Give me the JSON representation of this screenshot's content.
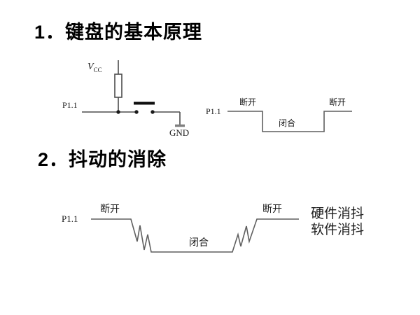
{
  "titles": {
    "section1": "1．键盘的基本原理",
    "section2": "2．抖动的消除"
  },
  "circuit": {
    "vcc_base": "V",
    "vcc_sub": "CC",
    "pin_label": "P1.1",
    "gnd_label": "GND"
  },
  "waveform1": {
    "pin_label": "P1.1",
    "label_open_left": "断开",
    "label_closed": "闭合",
    "label_open_right": "断开"
  },
  "waveform2": {
    "pin_label": "P1.1",
    "label_open_left": "断开",
    "label_closed": "闭合",
    "label_open_right": "断开"
  },
  "notes": {
    "line1": "硬件消抖",
    "line2": "软件消抖"
  },
  "colors": {
    "background": "#ffffff",
    "title_text": "#000000",
    "label_text": "#1a1a1a",
    "circuit_line": "#4d4d4d",
    "waveform_line": "#5f5f5f",
    "ground_bar": "#808080"
  }
}
